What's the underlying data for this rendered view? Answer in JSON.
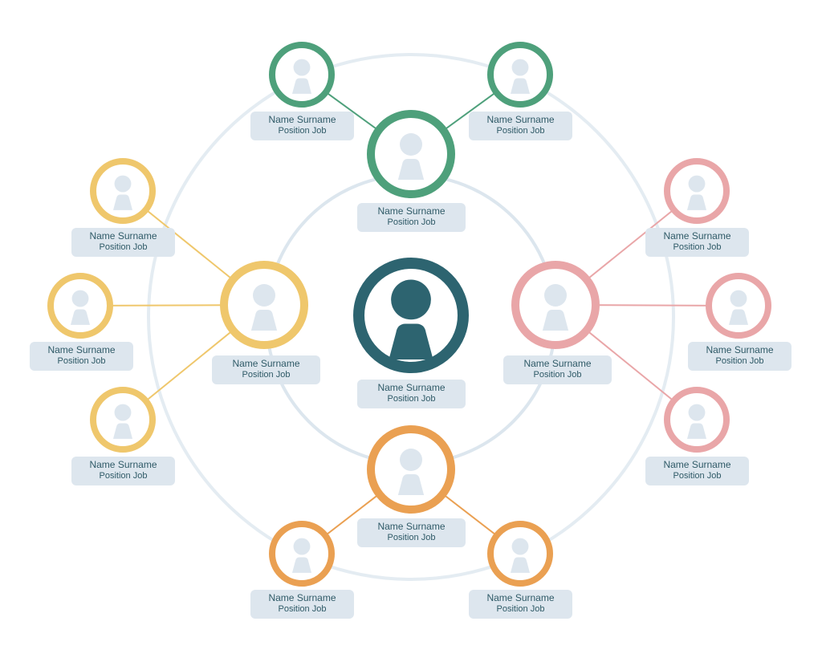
{
  "colors": {
    "center": "#2d6470",
    "green": "#4ea07b",
    "yellow": "#efc76c",
    "pink": "#e9a6a8",
    "orange": "#eaa052",
    "orbit": "#e4ecf2",
    "inner_orbit": "#dce6ee",
    "avatar_fill": "#dde6ee",
    "label_bg": "#dde6ee",
    "label_text": "#2f5a67"
  },
  "diagram": {
    "center": {
      "name": "Name Surname",
      "position": "Position Job",
      "color_key": "center",
      "icon": "person-icon"
    },
    "groups": [
      {
        "key": "top",
        "color_key": "green",
        "hub": {
          "name": "Name Surname",
          "position": "Position Job",
          "icon": "person-icon"
        },
        "members": [
          {
            "name": "Name Surname",
            "position": "Position Job",
            "icon": "person-icon"
          },
          {
            "name": "Name Surname",
            "position": "Position Job",
            "icon": "person-icon"
          }
        ]
      },
      {
        "key": "left",
        "color_key": "yellow",
        "hub": {
          "name": "Name Surname",
          "position": "Position Job",
          "icon": "person-icon"
        },
        "members": [
          {
            "name": "Name Surname",
            "position": "Position Job",
            "icon": "person-icon"
          },
          {
            "name": "Name Surname",
            "position": "Position Job",
            "icon": "person-icon"
          },
          {
            "name": "Name Surname",
            "position": "Position Job",
            "icon": "person-icon"
          }
        ]
      },
      {
        "key": "right",
        "color_key": "pink",
        "hub": {
          "name": "Name Surname",
          "position": "Position Job",
          "icon": "person-icon"
        },
        "members": [
          {
            "name": "Name Surname",
            "position": "Position Job",
            "icon": "person-icon"
          },
          {
            "name": "Name Surname",
            "position": "Position Job",
            "icon": "person-icon"
          },
          {
            "name": "Name Surname",
            "position": "Position Job",
            "icon": "person-icon"
          }
        ]
      },
      {
        "key": "bottom",
        "color_key": "orange",
        "hub": {
          "name": "Name Surname",
          "position": "Position Job",
          "icon": "person-icon"
        },
        "members": [
          {
            "name": "Name Surname",
            "position": "Position Job",
            "icon": "person-icon"
          },
          {
            "name": "Name Surname",
            "position": "Position Job",
            "icon": "person-icon"
          }
        ]
      }
    ]
  }
}
